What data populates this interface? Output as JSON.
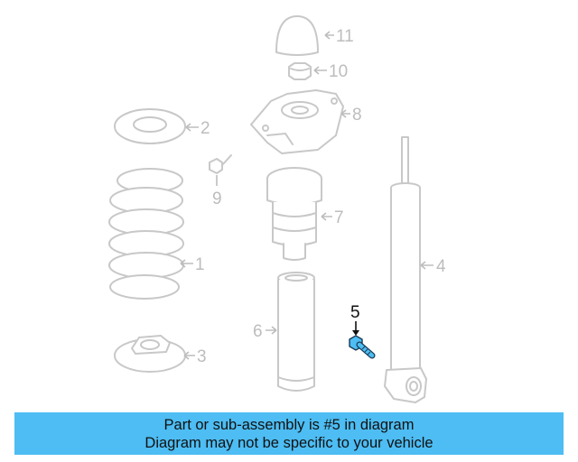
{
  "callouts": {
    "p1": "1",
    "p2": "2",
    "p3": "3",
    "p4": "4",
    "p5": "5",
    "p6": "6",
    "p7": "7",
    "p8": "8",
    "p9": "9",
    "p10": "10",
    "p11": "11"
  },
  "highlight": {
    "part": "5",
    "color": "#4dbdf3"
  },
  "caption": {
    "line1": "Part or sub-assembly is #5 in diagram",
    "line2": "Diagram may not be specific to your vehicle"
  }
}
